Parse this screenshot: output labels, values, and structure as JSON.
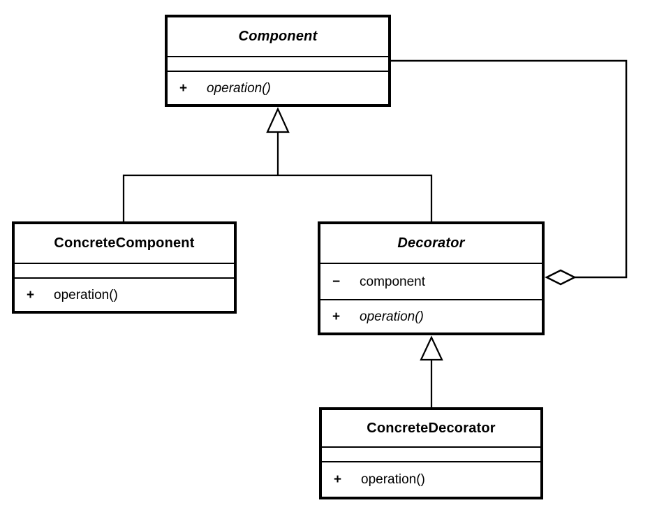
{
  "diagram": {
    "kind": "uml-class-diagram",
    "classes": [
      {
        "id": "component",
        "name": "Component",
        "abstract": true,
        "attributes": [],
        "operations": [
          {
            "visibility": "+",
            "signature": "operation()",
            "abstract": true
          }
        ]
      },
      {
        "id": "concrete-component",
        "name": "ConcreteComponent",
        "abstract": false,
        "attributes": [],
        "operations": [
          {
            "visibility": "+",
            "signature": "operation()",
            "abstract": false
          }
        ]
      },
      {
        "id": "decorator",
        "name": "Decorator",
        "abstract": true,
        "attributes": [
          {
            "visibility": "−",
            "name": "component"
          }
        ],
        "operations": [
          {
            "visibility": "+",
            "signature": "operation()",
            "abstract": true
          }
        ]
      },
      {
        "id": "concrete-decorator",
        "name": "ConcreteDecorator",
        "abstract": false,
        "attributes": [],
        "operations": [
          {
            "visibility": "+",
            "signature": "operation()",
            "abstract": false
          }
        ]
      }
    ],
    "relationships": [
      {
        "type": "generalization",
        "from": "ConcreteComponent",
        "to": "Component"
      },
      {
        "type": "generalization",
        "from": "Decorator",
        "to": "Component"
      },
      {
        "type": "generalization",
        "from": "ConcreteDecorator",
        "to": "Decorator"
      },
      {
        "type": "aggregation",
        "owner": "Decorator",
        "part": "Component"
      }
    ],
    "colors": {
      "line": "#000000",
      "fill": "#ffffff"
    }
  }
}
